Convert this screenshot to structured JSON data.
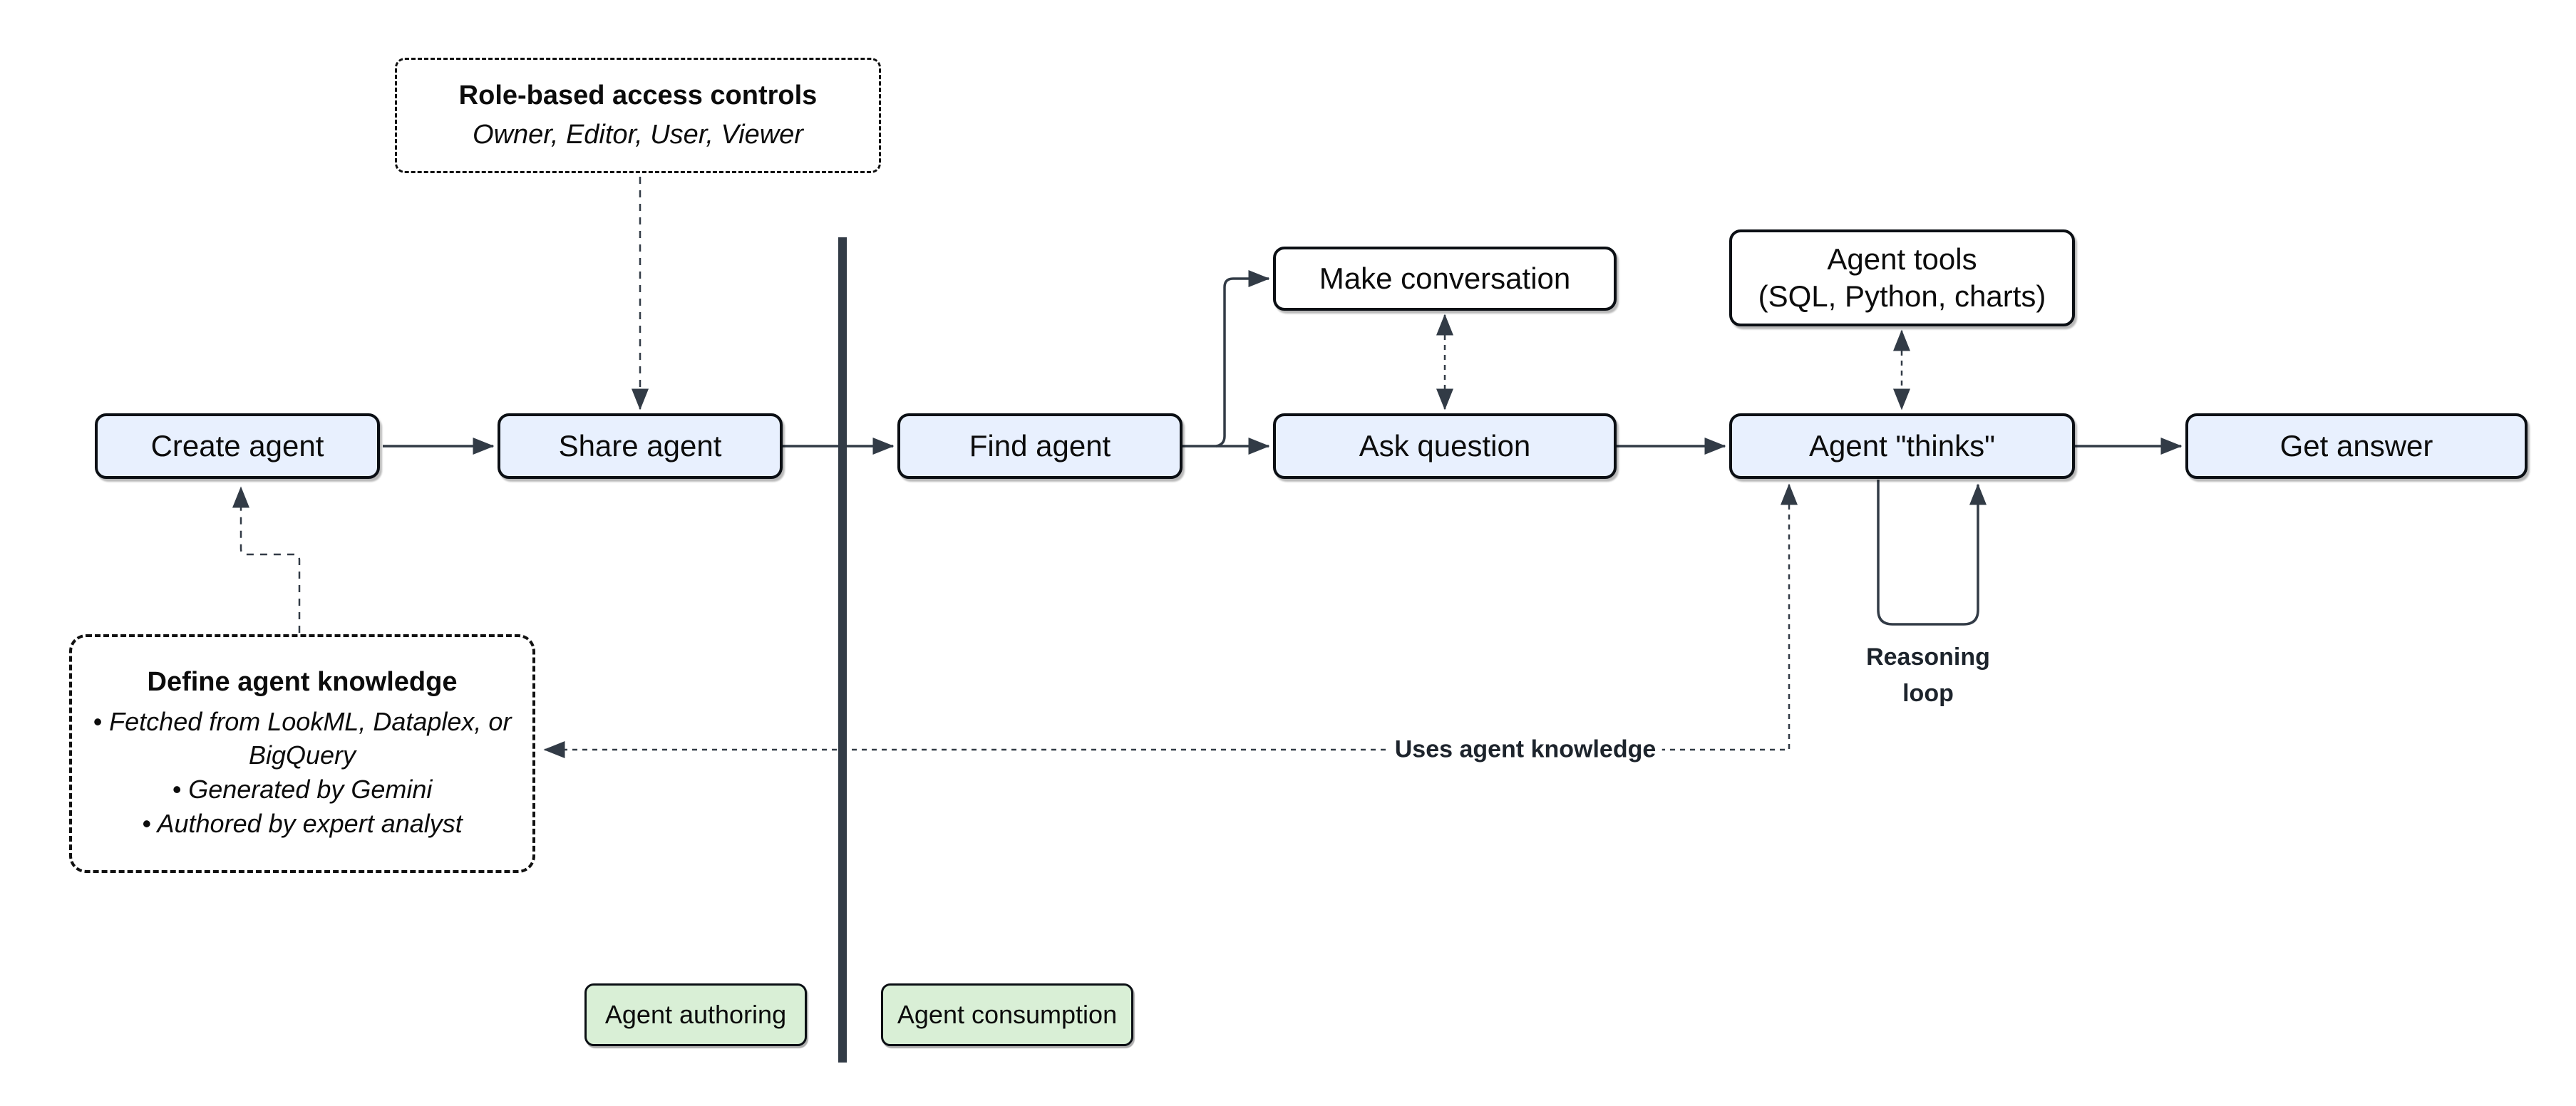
{
  "diagram": {
    "nodes": {
      "create_agent": {
        "label": "Create agent"
      },
      "share_agent": {
        "label": "Share agent"
      },
      "find_agent": {
        "label": "Find agent"
      },
      "make_conversation": {
        "label": "Make conversation"
      },
      "ask_question": {
        "label": "Ask question"
      },
      "agent_tools": {
        "line1": "Agent tools",
        "line2": "(SQL, Python, charts)"
      },
      "agent_thinks": {
        "label": "Agent \"thinks\""
      },
      "get_answer": {
        "label": "Get answer"
      }
    },
    "notes": {
      "role_access": {
        "title": "Role-based access controls",
        "subtitle": "Owner, Editor, User, Viewer"
      },
      "define_knowledge": {
        "title": "Define agent knowledge",
        "bullet_glyph": "•",
        "bullets": [
          "Fetched from LookML, Dataplex, or BigQuery",
          "Generated by Gemini",
          "Authored by expert analyst"
        ]
      }
    },
    "edge_labels": {
      "uses_agent_knowledge": "Uses agent knowledge",
      "reasoning_loop_line1": "Reasoning",
      "reasoning_loop_line2": "loop"
    },
    "zones": {
      "authoring": {
        "label": "Agent authoring"
      },
      "consumption": {
        "label": "Agent consumption"
      }
    },
    "colors": {
      "node_fill_blue": "#e8f0fe",
      "node_fill_white": "#ffffff",
      "zone_fill_green": "#d9efd6",
      "line": "#323b46",
      "border": "#0b0f14"
    }
  }
}
